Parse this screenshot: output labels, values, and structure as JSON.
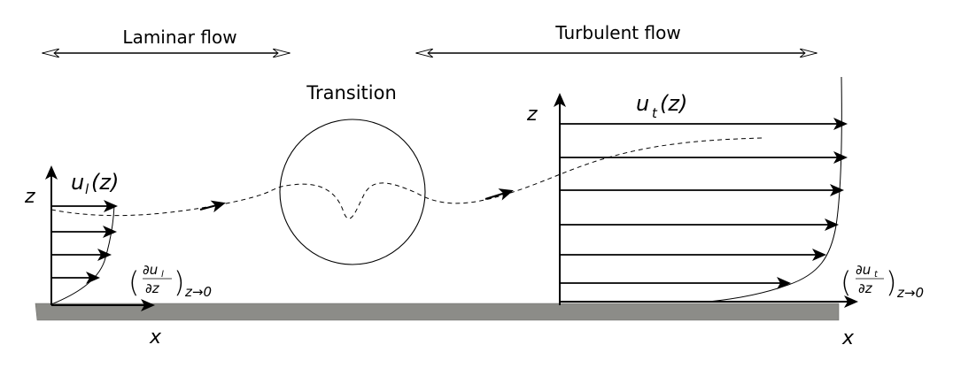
{
  "title_labels": {
    "laminar": "Laminar flow",
    "turbulent": "Turbulent flow",
    "transition": "Transition"
  },
  "laminar": {
    "z_axis": "z",
    "x_axis": "x",
    "profile_label_base": "u",
    "profile_label_sub": "l",
    "profile_label_arg": "(z)",
    "gradient_num_d": "∂u",
    "gradient_num_sub": "l",
    "gradient_den": "∂z",
    "gradient_limit": "z→0"
  },
  "turbulent": {
    "z_axis": "z",
    "x_axis": "x",
    "profile_label_base": "u",
    "profile_label_sub": "t",
    "profile_label_arg": "(z)",
    "gradient_num_d": "∂u",
    "gradient_num_sub": "t",
    "gradient_den": "∂z",
    "gradient_limit": "z→0"
  },
  "colors": {
    "ink": "#000000",
    "plate": "#8c8c88",
    "plate_edge": "#6e6e6a"
  }
}
